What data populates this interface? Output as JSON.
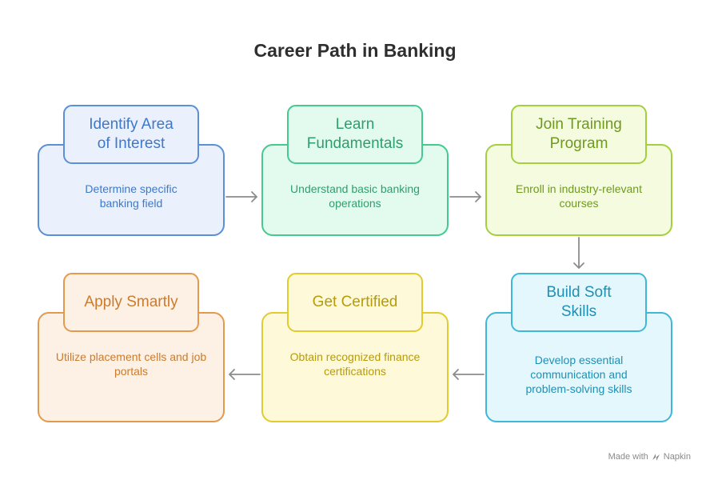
{
  "title": "Career Path in Banking",
  "steps": [
    {
      "title": "Identify Area of Interest",
      "desc": "Determine specific banking field",
      "border": "#5b8fd6",
      "fill": "#eaf1fd",
      "text": "#3f78c9"
    },
    {
      "title": "Learn Fundamentals",
      "desc": "Understand basic banking operations",
      "border": "#45c98f",
      "fill": "#e3fbef",
      "text": "#2f9e6c"
    },
    {
      "title": "Join Training Program",
      "desc": "Enroll in industry-relevant courses",
      "border": "#a4cf3f",
      "fill": "#f4fbdf",
      "text": "#6f9a1f"
    },
    {
      "title": "Build Soft Skills",
      "desc": "Develop essential communication and problem-solving skills",
      "border": "#3fb7d9",
      "fill": "#e4f7fd",
      "text": "#1f8fb4"
    },
    {
      "title": "Get Certified",
      "desc": "Obtain recognized finance certifications",
      "border": "#e1cb2f",
      "fill": "#fdf9d9",
      "text": "#b89b0a"
    },
    {
      "title": "Apply Smartly",
      "desc": "Utilize placement cells and job portals",
      "border": "#e49a4e",
      "fill": "#fdf0e4",
      "text": "#cc7b2c"
    }
  ],
  "footer": {
    "made_with": "Made with",
    "brand": "Napkin"
  },
  "colors": {
    "arrow": "#8c8c8c",
    "title": "#2f2f2f"
  }
}
